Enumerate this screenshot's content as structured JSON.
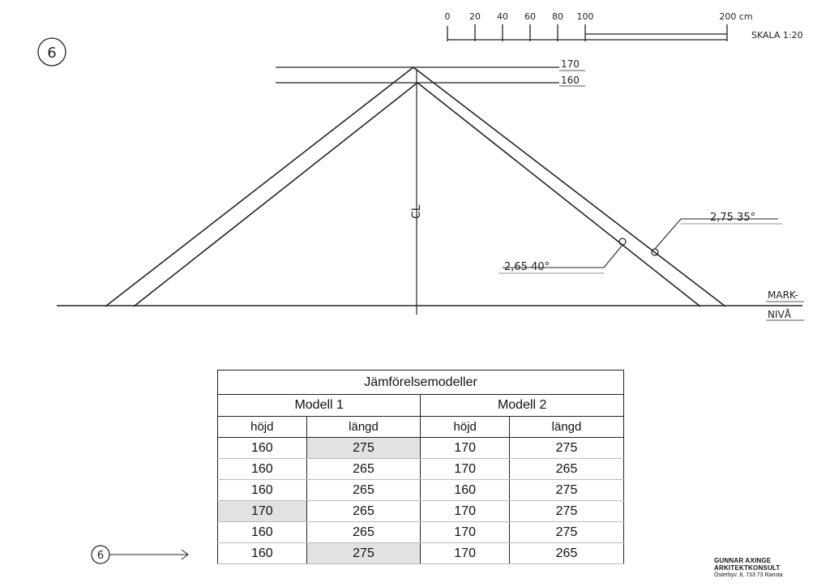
{
  "page_number": "6",
  "reference_marker": "6",
  "scale_bar": {
    "ticks": [
      "0",
      "20",
      "40",
      "60",
      "80",
      "100",
      "200 cm"
    ],
    "label": "SKALA 1:20"
  },
  "heights": {
    "top": "170",
    "second": "160"
  },
  "centerline_label": "CL",
  "callouts": [
    {
      "id": "model2",
      "text": "2,75   35°"
    },
    {
      "id": "model1",
      "text": "2,65   40°"
    }
  ],
  "ground_label": {
    "line1": "MARK-",
    "line2": "NIVÅ"
  },
  "table": {
    "title": "Jämförelsemodeller",
    "models": [
      "Modell 1",
      "Modell 2"
    ],
    "columns": [
      "höjd",
      "längd",
      "höjd",
      "längd"
    ],
    "rows": [
      [
        "160",
        "275",
        "170",
        "275"
      ],
      [
        "160",
        "265",
        "170",
        "265"
      ],
      [
        "160",
        "265",
        "160",
        "275"
      ],
      [
        "170",
        "265",
        "170",
        "275"
      ],
      [
        "160",
        "265",
        "170",
        "275"
      ],
      [
        "160",
        "275",
        "170",
        "265"
      ]
    ]
  },
  "company": {
    "name": "GUNNAR AXINGE",
    "title": "ARKITEKTKONSULT",
    "address": "Österbyv. 8, 733 73  Ransta"
  }
}
